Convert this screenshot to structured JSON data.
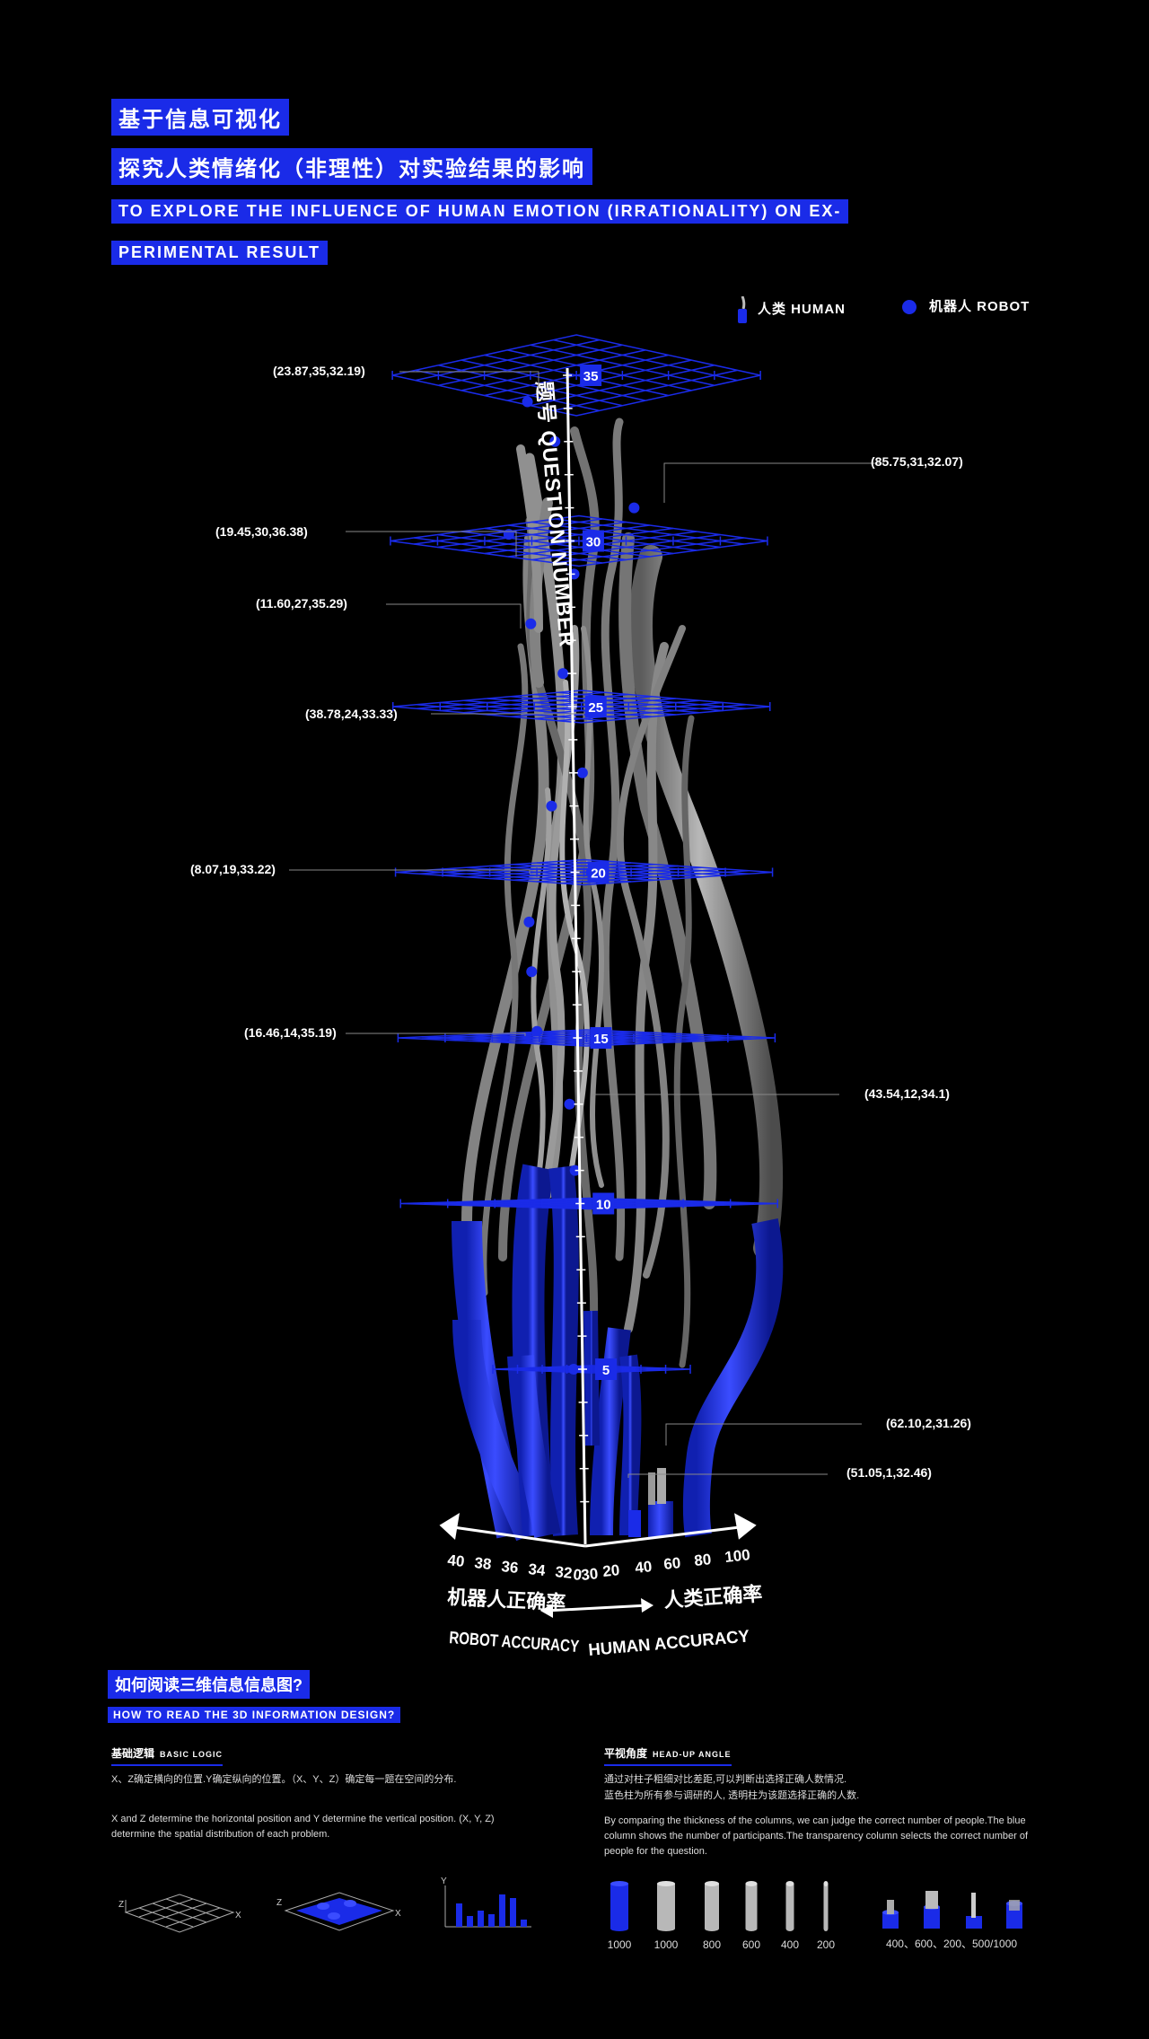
{
  "title": {
    "line1": "基于信息可视化",
    "line2": "探究人类情绪化（非理性）对实验结果的影响",
    "line3": "TO EXPLORE THE INFLUENCE OF HUMAN EMOTION (IRRATIONALITY) ON EX-",
    "line4": "PERIMENTAL RESULT"
  },
  "legend": {
    "human": "人类 HUMAN",
    "robot": "机器人 ROBOT",
    "human_color": "#1a2be8",
    "robot_color": "#1a2be8"
  },
  "axis": {
    "vertical_label": "题号 QUESTION NUMBER",
    "ticks": [
      "35",
      "30",
      "25",
      "20",
      "15",
      "10",
      "5"
    ],
    "robot_ticks": [
      "40",
      "38",
      "36",
      "34",
      "32",
      "0"
    ],
    "human_ticks": [
      "30",
      "20",
      "40",
      "60",
      "80",
      "100"
    ],
    "robot_cn": "机器人正确率",
    "human_cn": "人类正确率",
    "robot_en": "ROBOT ACCURACY",
    "human_en": "HUMAN ACCURACY"
  },
  "points": [
    "(23.87,35,32.19)",
    "(85.75,31,32.07)",
    "(19.45,30,36.38)",
    "(11.60,27,35.29)",
    "(38.78,24,33.33)",
    "(8.07,19,33.22)",
    "(16.46,14,35.19)",
    "(43.54,12,34.1)",
    "(62.10,2,31.26)",
    "(51.05,1,32.46)"
  ],
  "howto": {
    "title_cn": "如何阅读三维信息信息图?",
    "title_en": "HOW TO READ THE 3D INFORMATION DESIGN?",
    "basic": {
      "cn": "基础逻辑",
      "en": "BASIC LOGIC",
      "text_cn": "X、Z确定横向的位置.Y确定纵向的位置。（X、Y、Z）确定每一题在空间的分布.",
      "text_en": "X and Z determine the horizontal position and Y determine the vertical position. (X, Y, Z) determine the spatial distribution of each problem."
    },
    "headup": {
      "cn": "平视角度",
      "en": "HEAD-UP ANGLE",
      "text_cn1": "通过对柱子粗细对比差距,可以判断出选择正确人数情况.",
      "text_cn2": "蓝色柱为所有参与调研的人, 透明柱为该题选择正确的人数.",
      "text_en": "By comparing the thickness of the columns, we can judge the correct number of people.The blue column shows the number of participants.The transparency column selects the correct number of people for the question."
    },
    "axis_letters": [
      "Z",
      "X",
      "Z",
      "X",
      "Y"
    ],
    "cylinders": [
      "1000",
      "1000",
      "800",
      "600",
      "400",
      "200"
    ],
    "combo": "400、600、200、500/1000"
  }
}
